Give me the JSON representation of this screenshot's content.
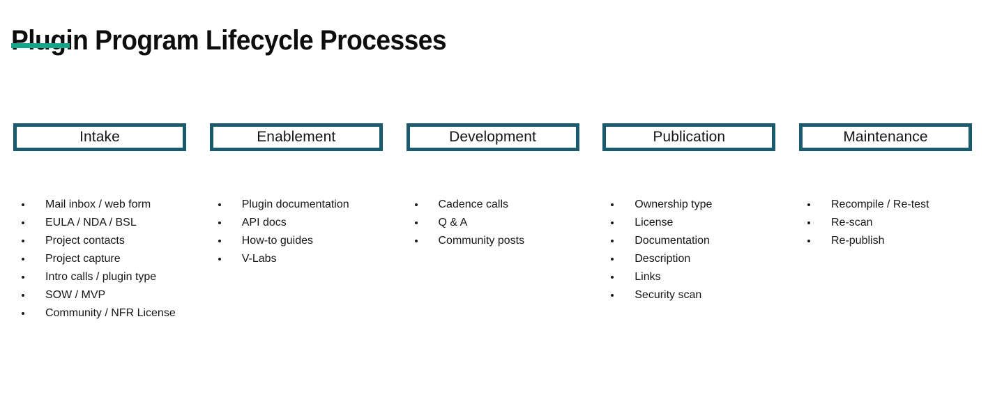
{
  "slide": {
    "title": "Plugin Program Lifecycle Processes",
    "background_color": "#ffffff",
    "accent_color": "#17a589",
    "stage_border_color": "#1b5b6d",
    "text_color": "#161616"
  },
  "stages": [
    {
      "name": "intake",
      "label": "Intake",
      "items": [
        "Mail inbox / web form",
        "EULA / NDA / BSL",
        "Project contacts",
        "Project capture",
        "Intro calls / plugin type",
        "SOW / MVP",
        "Community / NFR License"
      ]
    },
    {
      "name": "enablement",
      "label": "Enablement",
      "items": [
        "Plugin documentation",
        "API docs",
        "How-to guides",
        "V-Labs"
      ]
    },
    {
      "name": "development",
      "label": "Development",
      "items": [
        "Cadence calls",
        "Q & A",
        "Community posts"
      ]
    },
    {
      "name": "publication",
      "label": "Publication",
      "items": [
        "Ownership type",
        "License",
        "Documentation",
        "Description",
        "Links",
        "Security scan"
      ]
    },
    {
      "name": "maintenance",
      "label": "Maintenance",
      "items": [
        "Recompile / Re-test",
        "Re-scan",
        "Re-publish"
      ]
    }
  ]
}
